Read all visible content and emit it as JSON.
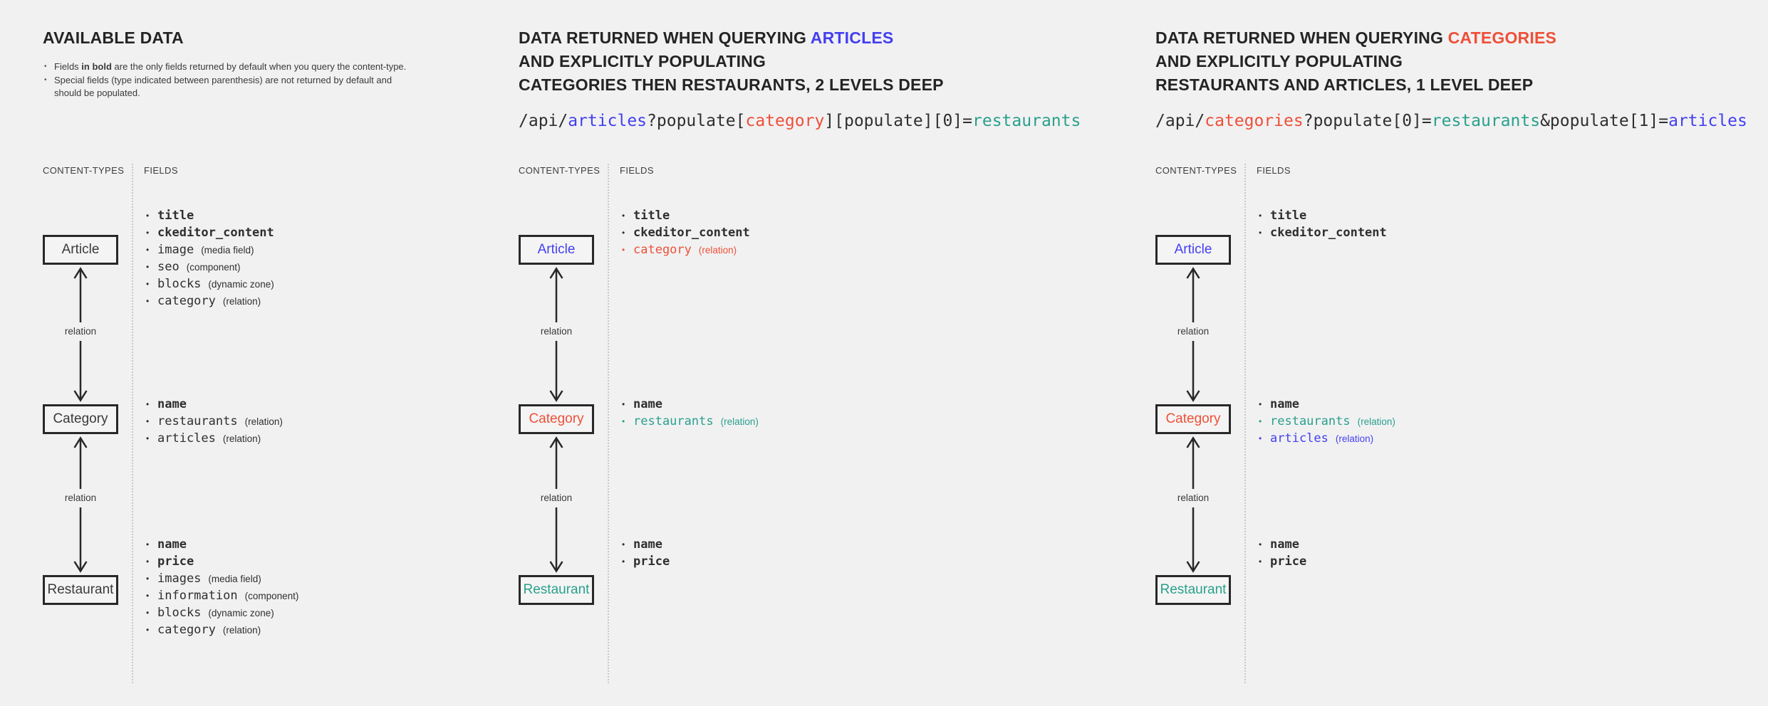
{
  "colors": {
    "background": "#f1f1f2",
    "text_dark": "#2f2f2f",
    "blue": "#443ff0",
    "red": "#ee5038",
    "teal": "#2aa08c"
  },
  "panels": [
    {
      "name": "available-data",
      "title_lines": [
        {
          "pre": "AVAILABLE DATA",
          "hl": ""
        }
      ],
      "notes": [
        {
          "pre": "Fields ",
          "bold": "in bold",
          "post": " are the only fields returned by default when you query the content-type."
        },
        {
          "pre": "Special fields (type indicated between parenthesis) are not returned by default and should be populated.",
          "bold": "",
          "post": ""
        }
      ],
      "columns": {
        "content_types": "CONTENT-TYPES",
        "fields": "FIELDS"
      },
      "relation_label": "relation",
      "boxes": [
        {
          "label": "Article"
        },
        {
          "label": "Category"
        },
        {
          "label": "Restaurant"
        }
      ],
      "field_groups": [
        {
          "rows": [
            {
              "name": "title",
              "annotation": ""
            },
            {
              "name": "ckeditor_content",
              "annotation": ""
            },
            {
              "name": "image",
              "annotation": "(media field)"
            },
            {
              "name": "seo",
              "annotation": "(component)"
            },
            {
              "name": "blocks",
              "annotation": "(dynamic zone)"
            },
            {
              "name": "category",
              "annotation": "(relation)"
            }
          ]
        },
        {
          "rows": [
            {
              "name": "name",
              "annotation": ""
            },
            {
              "name": "restaurants",
              "annotation": "(relation)"
            },
            {
              "name": "articles",
              "annotation": "(relation)"
            }
          ]
        },
        {
          "rows": [
            {
              "name": "name",
              "annotation": ""
            },
            {
              "name": "price",
              "annotation": ""
            },
            {
              "name": "images",
              "annotation": "(media field)"
            },
            {
              "name": "information",
              "annotation": "(component)"
            },
            {
              "name": "blocks",
              "annotation": "(dynamic zone)"
            },
            {
              "name": "category",
              "annotation": "(relation)"
            }
          ]
        }
      ]
    },
    {
      "name": "query-articles",
      "title_lines": [
        {
          "pre": "DATA RETURNED WHEN QUERYING ",
          "hl": "ARTICLES"
        },
        {
          "pre": "AND EXPLICITLY POPULATING",
          "hl": ""
        },
        {
          "pre": "CATEGORIES THEN RESTAURANTS, 2 LEVELS DEEP",
          "hl": ""
        }
      ],
      "url": [
        {
          "text": "/api/",
          "color": "dark"
        },
        {
          "text": "articles",
          "color": "blue"
        },
        {
          "text": "?populate[",
          "color": "dark"
        },
        {
          "text": "category",
          "color": "red"
        },
        {
          "text": "][populate][0]=",
          "color": "dark"
        },
        {
          "text": "restaurants",
          "color": "teal"
        }
      ],
      "columns": {
        "content_types": "CONTENT-TYPES",
        "fields": "FIELDS"
      },
      "relation_label": "relation",
      "boxes": [
        {
          "label": "Article"
        },
        {
          "label": "Category"
        },
        {
          "label": "Restaurant"
        }
      ],
      "field_groups": [
        {
          "rows": [
            {
              "name": "title",
              "annotation": ""
            },
            {
              "name": "ckeditor_content",
              "annotation": ""
            },
            {
              "name": "category",
              "annotation": "(relation)"
            }
          ]
        },
        {
          "rows": [
            {
              "name": "name",
              "annotation": ""
            },
            {
              "name": "restaurants",
              "annotation": "(relation)"
            }
          ]
        },
        {
          "rows": [
            {
              "name": "name",
              "annotation": ""
            },
            {
              "name": "price",
              "annotation": ""
            }
          ]
        }
      ]
    },
    {
      "name": "query-categories",
      "title_lines": [
        {
          "pre": "DATA RETURNED WHEN QUERYING ",
          "hl": "CATEGORIES"
        },
        {
          "pre": "AND EXPLICITLY POPULATING",
          "hl": ""
        },
        {
          "pre": "RESTAURANTS AND ARTICLES, 1 LEVEL DEEP",
          "hl": ""
        }
      ],
      "url": [
        {
          "text": "/api/",
          "color": "dark"
        },
        {
          "text": "categories",
          "color": "red"
        },
        {
          "text": "?populate[0]=",
          "color": "dark"
        },
        {
          "text": "restaurants",
          "color": "teal"
        },
        {
          "text": "&populate[1]=",
          "color": "dark"
        },
        {
          "text": "articles",
          "color": "blue"
        }
      ],
      "columns": {
        "content_types": "CONTENT-TYPES",
        "fields": "FIELDS"
      },
      "relation_label": "relation",
      "boxes": [
        {
          "label": "Article"
        },
        {
          "label": "Category"
        },
        {
          "label": "Restaurant"
        }
      ],
      "field_groups": [
        {
          "rows": [
            {
              "name": "title",
              "annotation": ""
            },
            {
              "name": "ckeditor_content",
              "annotation": ""
            }
          ]
        },
        {
          "rows": [
            {
              "name": "name",
              "annotation": ""
            },
            {
              "name": "restaurants",
              "annotation": "(relation)"
            },
            {
              "name": "articles",
              "annotation": "(relation)"
            }
          ]
        },
        {
          "rows": [
            {
              "name": "name",
              "annotation": ""
            },
            {
              "name": "price",
              "annotation": ""
            }
          ]
        }
      ]
    }
  ]
}
